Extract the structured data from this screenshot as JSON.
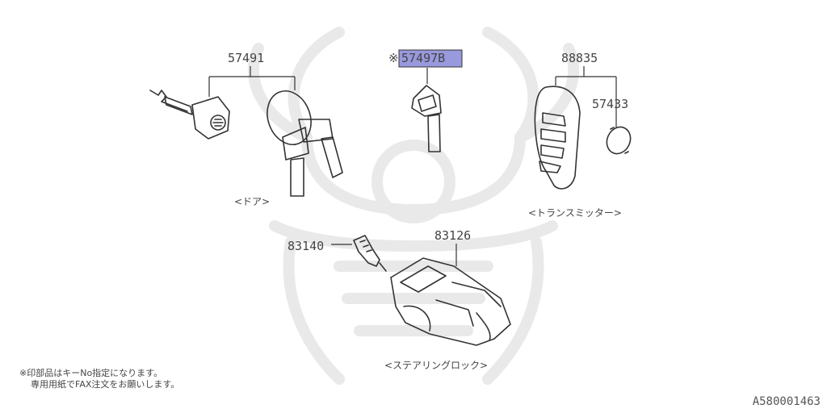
{
  "parts": {
    "door_group": "57491",
    "key_blank": "57497B",
    "key_blank_mark": "※",
    "transmitter": "88835",
    "battery": "57433",
    "steering_lock": "83126",
    "lock_cylinder": "83140"
  },
  "captions": {
    "door": "<ドア>",
    "transmitter": "<トランスミッター>",
    "steering_lock": "<ステアリングロック>"
  },
  "notes": {
    "line1": "※印部品はキーNo指定になります。",
    "line2": "専用用紙でFAX注文をお願いします。"
  },
  "doc_code": "A580001463",
  "colors": {
    "highlight": "#9999dd",
    "line": "#333333",
    "watermark": "#e9e9e9"
  }
}
